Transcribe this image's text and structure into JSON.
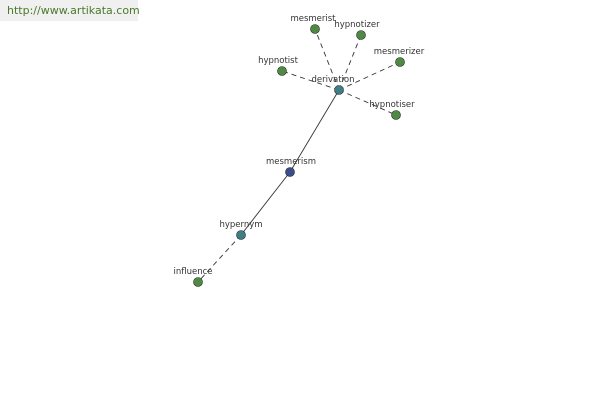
{
  "source": {
    "url": "http://www.artikata.com"
  },
  "colors": {
    "hub": "#3d7f84",
    "center": "#3a4e8a",
    "leaf": "#4f8a45",
    "edge": "#333333"
  },
  "nodes": [
    {
      "id": "mesmerism",
      "label": "mesmerism",
      "kind": "center"
    },
    {
      "id": "derivation",
      "label": "derivation",
      "kind": "hub"
    },
    {
      "id": "hypernym",
      "label": "hypernym",
      "kind": "hub"
    },
    {
      "id": "influence",
      "label": "influence",
      "kind": "leaf"
    },
    {
      "id": "mesmerist",
      "label": "mesmerist",
      "kind": "leaf"
    },
    {
      "id": "hypnotizer",
      "label": "hypnotizer",
      "kind": "leaf"
    },
    {
      "id": "mesmerizer",
      "label": "mesmerizer",
      "kind": "leaf"
    },
    {
      "id": "hypnotist",
      "label": "hypnotist",
      "kind": "leaf"
    },
    {
      "id": "hypnotiser",
      "label": "hypnotiser",
      "kind": "leaf"
    }
  ],
  "edges": [
    {
      "from": "mesmerism",
      "to": "derivation",
      "style": "solid"
    },
    {
      "from": "mesmerism",
      "to": "hypernym",
      "style": "solid"
    },
    {
      "from": "hypernym",
      "to": "influence",
      "style": "dashed"
    },
    {
      "from": "derivation",
      "to": "mesmerist",
      "style": "dashed"
    },
    {
      "from": "derivation",
      "to": "hypnotizer",
      "style": "dashed"
    },
    {
      "from": "derivation",
      "to": "mesmerizer",
      "style": "dashed"
    },
    {
      "from": "derivation",
      "to": "hypnotist",
      "style": "dashed"
    },
    {
      "from": "derivation",
      "to": "hypnotiser",
      "style": "dashed"
    }
  ]
}
